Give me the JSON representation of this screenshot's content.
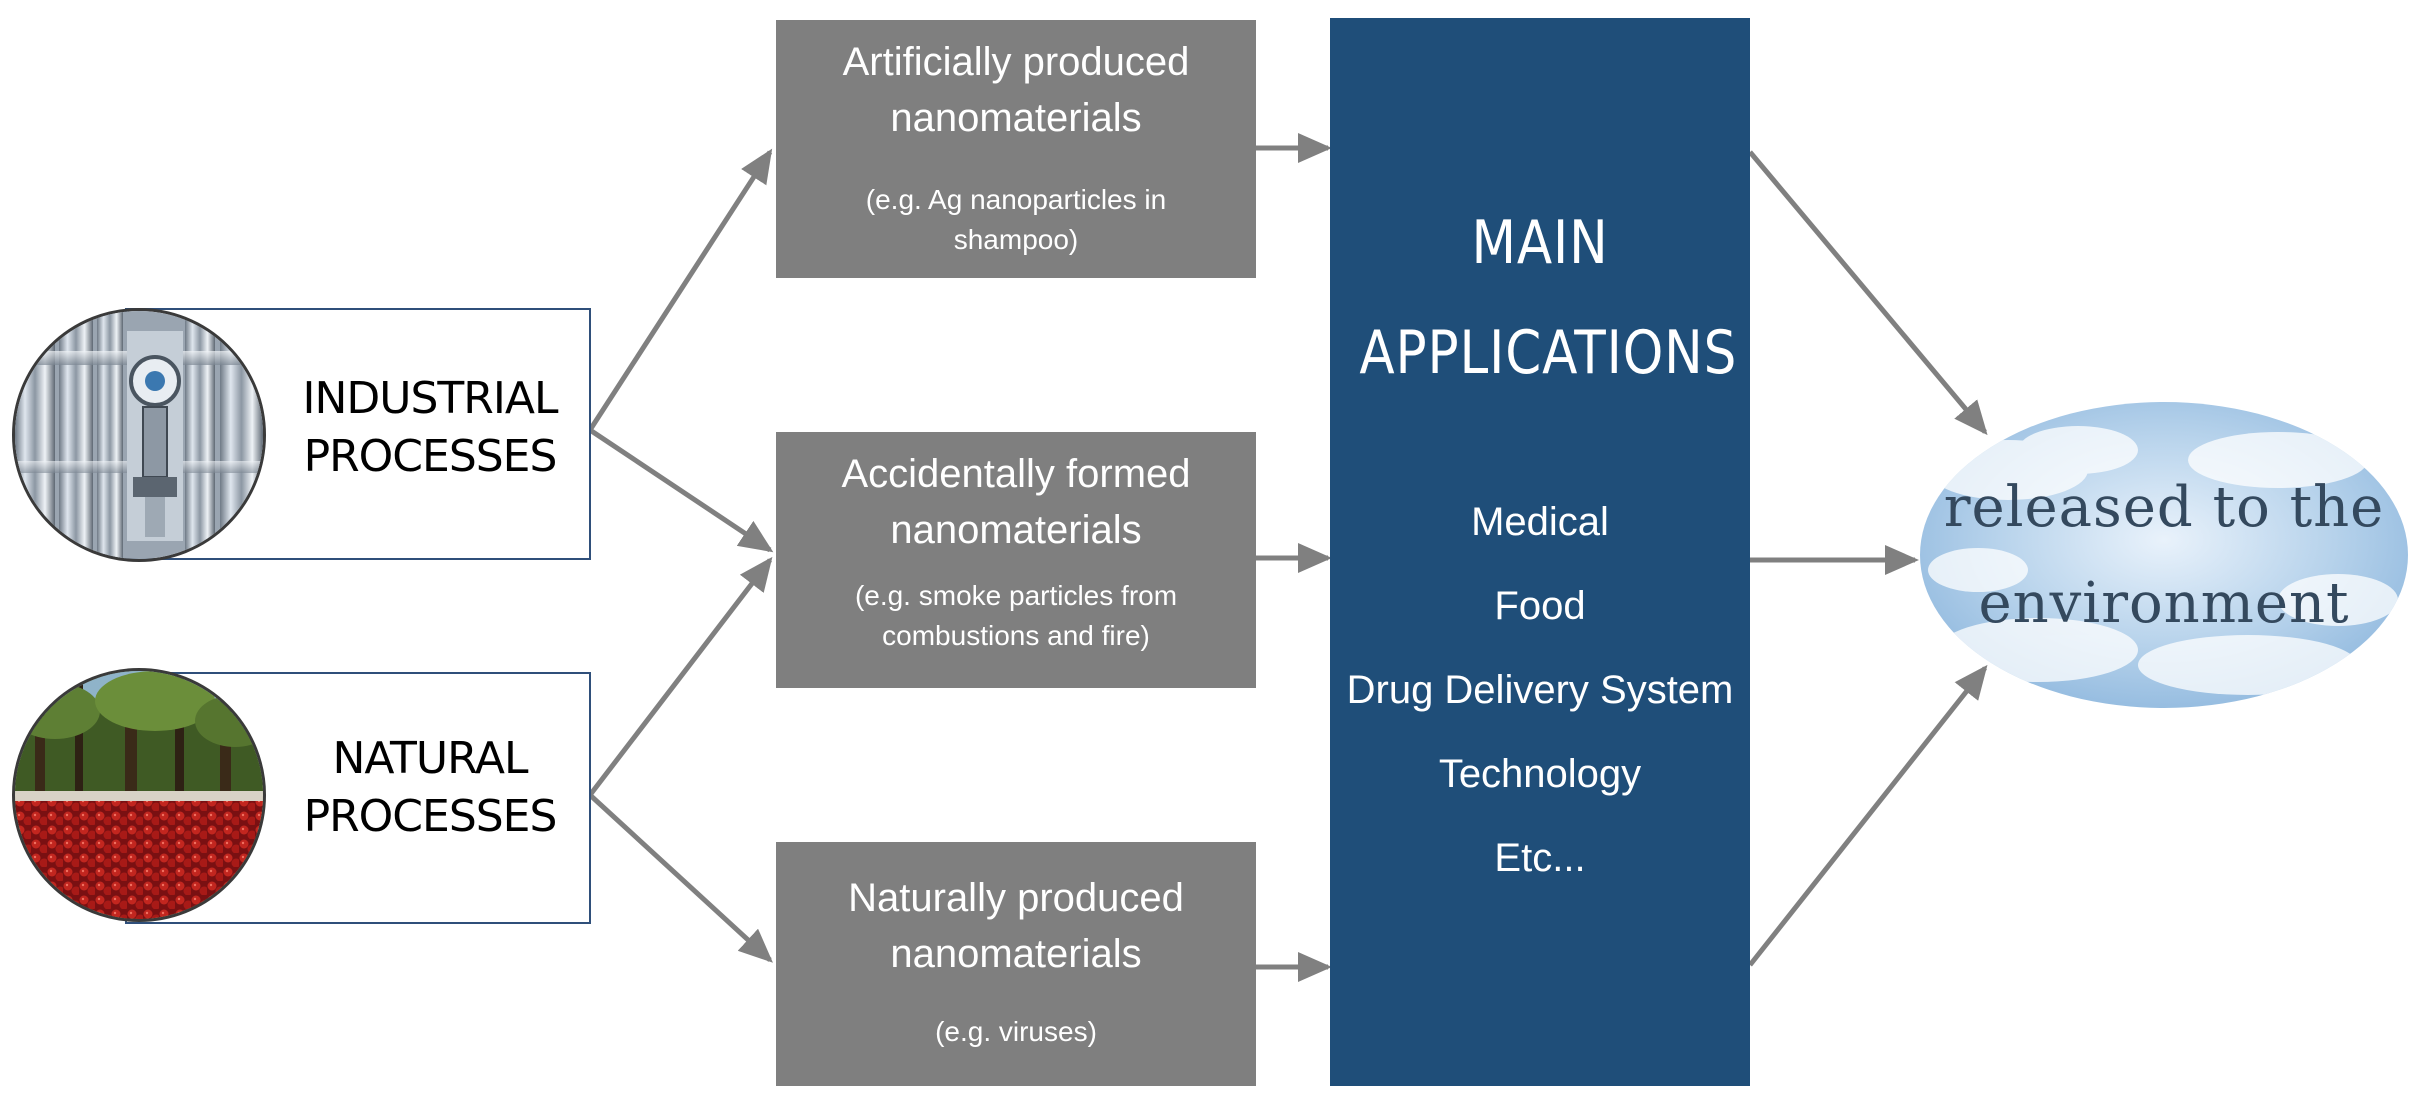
{
  "sources": [
    {
      "lines": [
        "INDUSTRIAL",
        "PROCESSES"
      ],
      "image": "industrial-machinery-photo"
    },
    {
      "lines": [
        "NATURAL",
        "PROCESSES"
      ],
      "image": "coffee-cherries-forest-photo"
    }
  ],
  "nanomaterials": [
    {
      "title": [
        "Artificially produced",
        "nanomaterials"
      ],
      "example": [
        "(e.g. Ag nanoparticles in",
        "shampoo)"
      ]
    },
    {
      "title": [
        "Accidentally formed",
        "nanomaterials"
      ],
      "example": [
        "(e.g. smoke particles from",
        "combustions and fire)"
      ]
    },
    {
      "title": [
        "Naturally produced",
        "nanomaterials"
      ],
      "example": [
        "(e.g. viruses)"
      ]
    }
  ],
  "main": {
    "title": [
      "MAIN",
      "APPLICATIONS"
    ],
    "applications": [
      "Medical",
      "Food",
      "Drug Delivery System",
      "Technology",
      "Etc..."
    ]
  },
  "destination": {
    "lines": [
      "released to the",
      "environment"
    ],
    "image": "sky-clouds-ellipse"
  },
  "colors": {
    "source_border": "#2f4f7a",
    "gray_box": "#7f7f7f",
    "main_box": "#1f4e79",
    "arrow": "#7f7f7f",
    "destination_text": "#34495e"
  }
}
